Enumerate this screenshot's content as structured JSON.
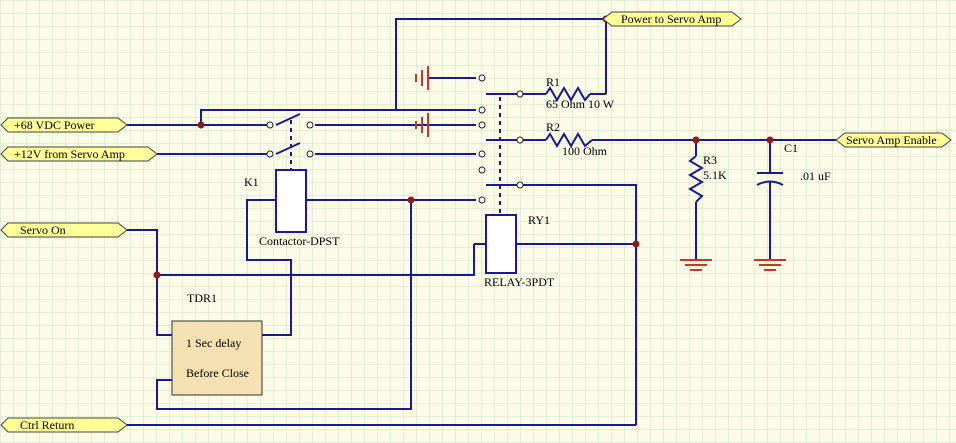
{
  "ports": {
    "power_to_servo_amp": "Power to Servo Amp",
    "vdc_power": "+68 VDC Power",
    "servo_amp_enable": "Servo Amp Enable",
    "v12_from_servo_amp": "+12V from Servo Amp",
    "servo_on": "Servo On",
    "ctrl_return": "Ctrl Return"
  },
  "components": {
    "r1_ref": "R1",
    "r1_value": "65 Ohm 10 W",
    "r2_ref": "R2",
    "r2_value": "100 Ohm",
    "r3_ref": "R3",
    "r3_value": "5.1K",
    "c1_ref": "C1",
    "c1_value": ".01 uF",
    "k1_ref": "K1",
    "k1_type": "Contactor-DPST",
    "ry1_ref": "RY1",
    "ry1_type": "RELAY-3PDT",
    "tdr1_ref": "TDR1",
    "tdr1_line1": "1 Sec delay",
    "tdr1_line2": "Before Close"
  },
  "colors": {
    "background": "#fbfbe8",
    "grid": "#c8e0c8",
    "wire": "#1a1a8c",
    "ground": "#c0392b",
    "port_fill": "#ffff99",
    "junction": "#8b1a1a"
  }
}
